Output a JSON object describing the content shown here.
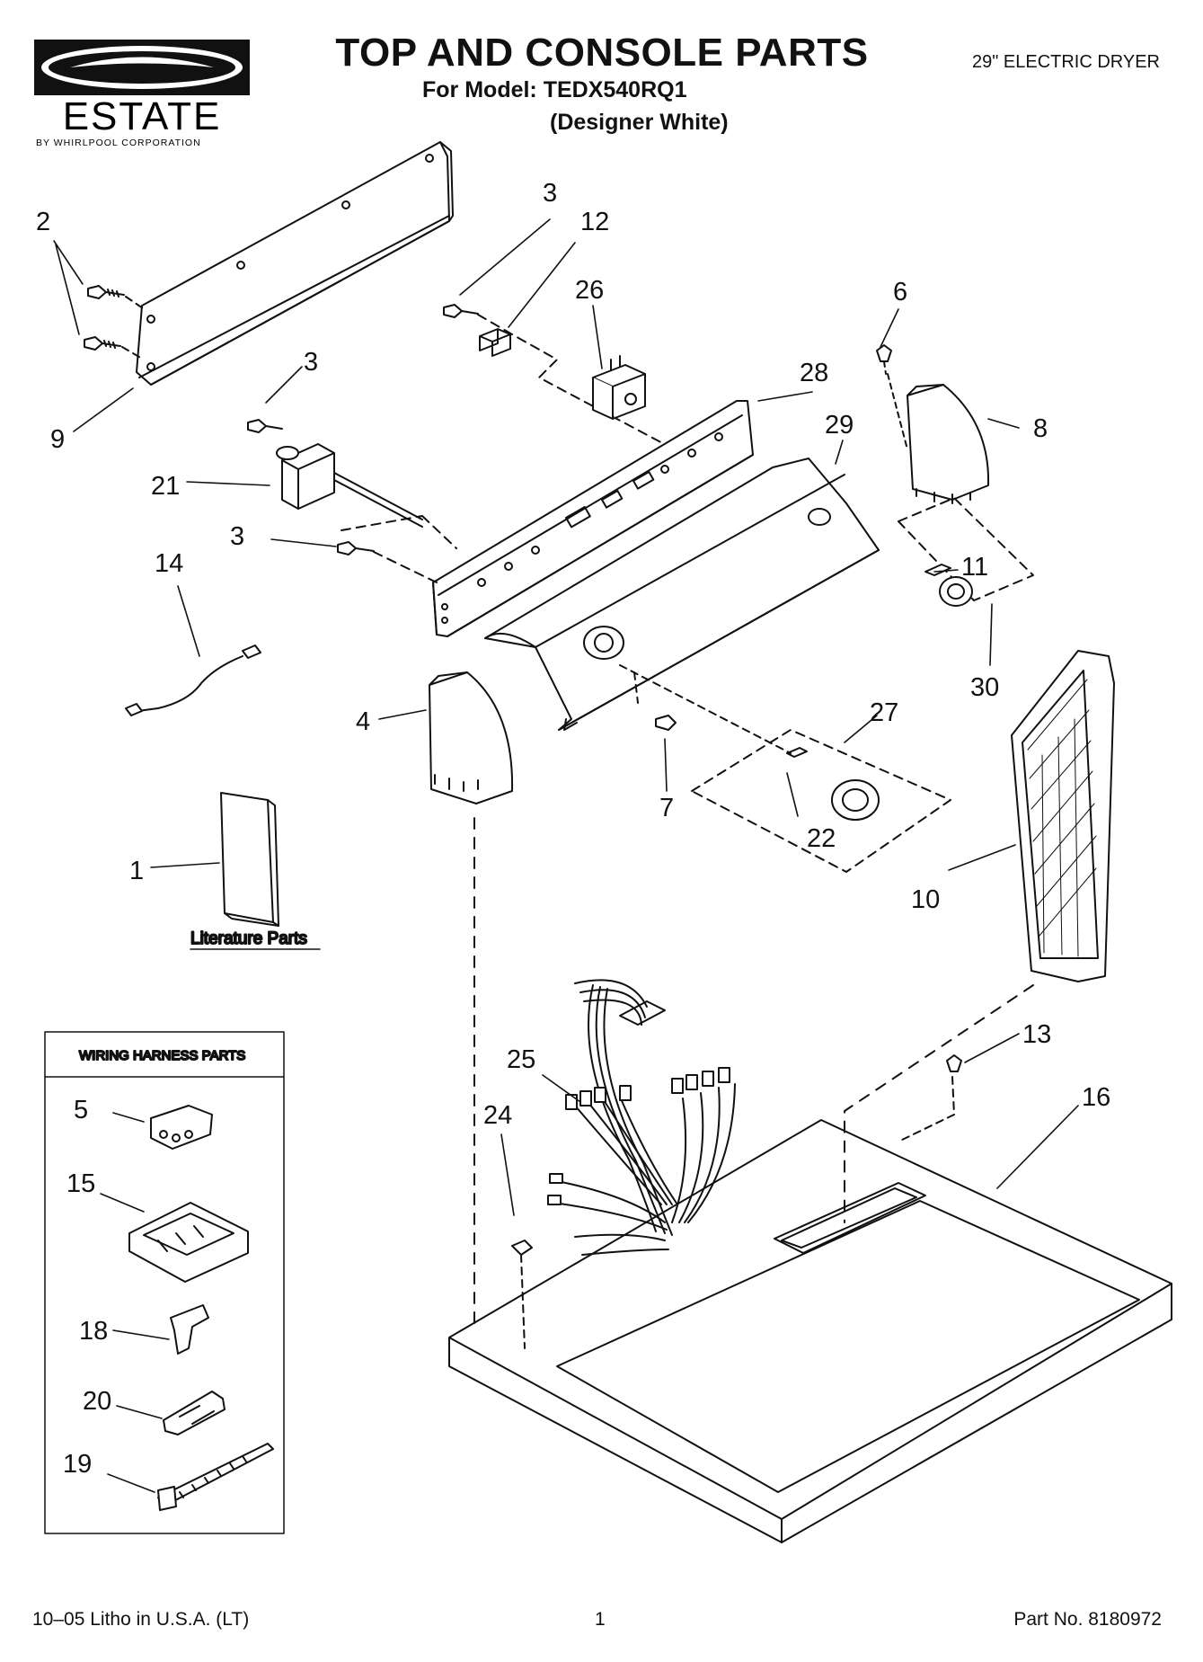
{
  "header": {
    "brand_name": "ESTATE",
    "brand_tagline": "BY WHIRLPOOL CORPORATION",
    "title": "TOP AND CONSOLE PARTS",
    "model_line": "For Model: TEDX540RQ1",
    "color_line": "(Designer White)",
    "product": "29\" ELECTRIC DRYER"
  },
  "literature": {
    "label": "Literature Parts"
  },
  "harness_box": {
    "title": "WIRING HARNESS PARTS"
  },
  "callouts": {
    "c1": "1",
    "c2": "2",
    "c3a": "3",
    "c3b": "3",
    "c3c": "3",
    "c4": "4",
    "c5": "5",
    "c6": "6",
    "c7": "7",
    "c8": "8",
    "c9": "9",
    "c10": "10",
    "c11": "11",
    "c12": "12",
    "c13": "13",
    "c14": "14",
    "c15": "15",
    "c16": "16",
    "c18": "18",
    "c19": "19",
    "c20": "20",
    "c21": "21",
    "c22": "22",
    "c24": "24",
    "c25": "25",
    "c26": "26",
    "c27": "27",
    "c28": "28",
    "c29": "29",
    "c30": "30"
  },
  "footer": {
    "litho": "10–05 Litho in U.S.A. (LT)",
    "page": "1",
    "part_no": "Part No. 8180972"
  }
}
